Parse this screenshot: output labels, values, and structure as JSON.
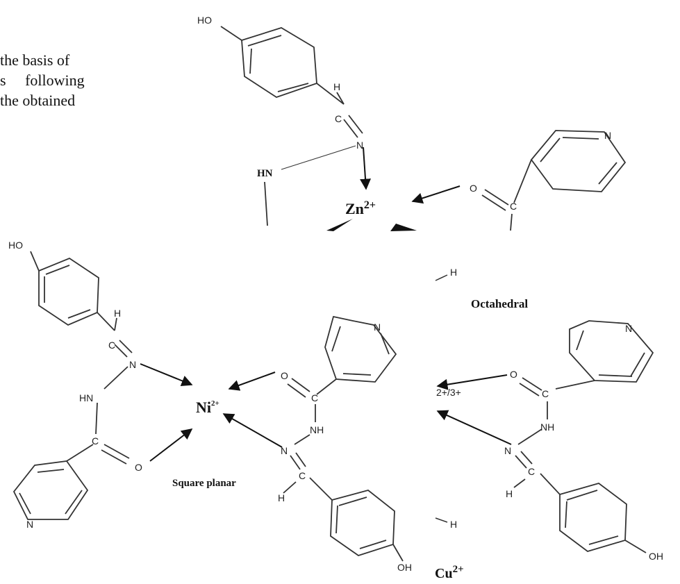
{
  "text_fragments": {
    "line1": "the basis of",
    "line2": "following",
    "line2_left": "s",
    "line3": "the obtained"
  },
  "labels": {
    "zn_metal": "Zn",
    "zn_charge": "2+",
    "ni_metal": "Ni",
    "ni_charge": "2+",
    "cu_metal": "Cu",
    "cu_charge": "2+",
    "partial_charge": "2+/3+",
    "octahedral": "Octahedral",
    "square_planar": "Square planar"
  },
  "atoms": {
    "ho": "HO",
    "oh": "OH",
    "h": "H",
    "n": "N",
    "hn": "HN",
    "nh": "NH",
    "o": "O",
    "c": "C",
    "dash": "-",
    "nh_partial": "NH"
  }
}
